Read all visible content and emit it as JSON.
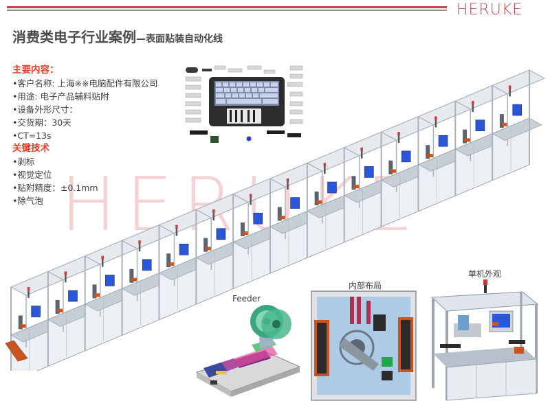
{
  "brand": {
    "logo_text": "HERUKE",
    "accent": "#c9444a",
    "watermark_text": "HERUKE"
  },
  "title": {
    "main": "消费类电子行业案例",
    "sub": "—表面贴装自动化线"
  },
  "main_content": {
    "heading": "主要内容：",
    "items": [
      "•客户名称: 上海※※电脑配件有限公司",
      "•用途: 电子产品辅料贴附",
      "•设备外形尺寸：",
      "•交货期：30天",
      "•CT=13s"
    ]
  },
  "key_tech": {
    "heading": "关键技术",
    "items": [
      "•剥标",
      "•视觉定位",
      "•贴附精度：±0.1mm",
      "•除气泡"
    ]
  },
  "captions": {
    "feeder": "Feeder",
    "internal_layout": "内部布局",
    "single_machine": "单机外观"
  },
  "colors": {
    "heading_red": "#e23c28",
    "frame_gray": "#a9b2bc",
    "screen_blue": "#2a56d8",
    "cabinet": "#eceff3"
  }
}
